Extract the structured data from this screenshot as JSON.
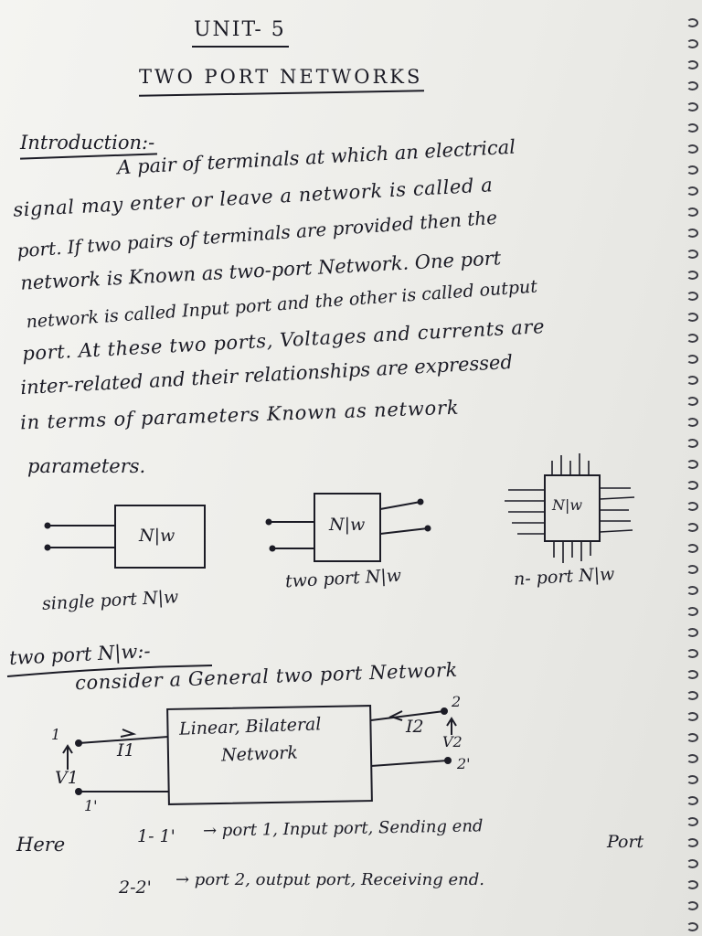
{
  "header": {
    "unit": "UNIT- 5",
    "title": "TWO PORT NETWORKS"
  },
  "introduction": {
    "heading": "Introduction:-",
    "lines": [
      "A pair of terminals at which an electrical",
      "signal may enter or leave a network is called a",
      "port. If two pairs of terminals are provided then the",
      "network is Known as two-port Network. One port",
      "network is called Input port and the other is called output",
      "port. At these two ports, Voltages and currents are",
      "inter-related and their relationships are expressed",
      "in terms of parameters Known as network",
      "parameters."
    ]
  },
  "figures": {
    "box_label": "N|w",
    "single_caption": "single port N|w",
    "two_caption": "two port N|w",
    "n_caption": "n- port N|w"
  },
  "two_port_section": {
    "heading": "two port N|w:-",
    "intro": "consider a General two port Network",
    "network_line1": "Linear, Bilateral",
    "network_line2": "Network",
    "terminal_1": "1",
    "terminal_1p": "1'",
    "terminal_2": "2",
    "terminal_2p": "2'",
    "current_1": "I1",
    "current_2": "I2",
    "voltage_1": "V1",
    "voltage_2": "V2"
  },
  "notes": {
    "here": "Here",
    "port1_prefix": "1- 1'",
    "port1_text": "→ port 1, Input port, Sending end",
    "port1_tail": "Port",
    "port2_prefix": "2-2'",
    "port2_text": "→ port 2, output port, Receiving end."
  }
}
